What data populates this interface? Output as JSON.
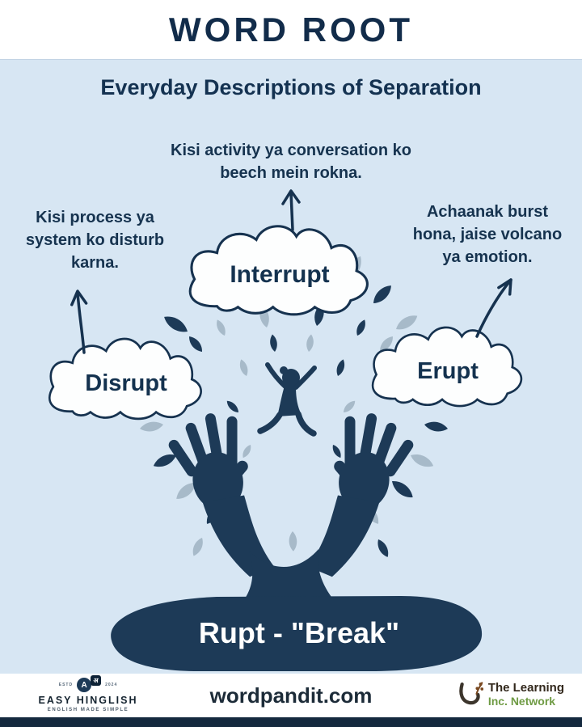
{
  "header": {
    "title": "WORD ROOT"
  },
  "subtitle": "Everyday Descriptions of Separation",
  "clouds": [
    {
      "word": "Disrupt",
      "description_lines": [
        "Kisi process ya",
        "system ko disturb",
        "karna."
      ]
    },
    {
      "word": "Interrupt",
      "description_lines": [
        "Kisi activity ya conversation ko",
        "beech mein rokna."
      ]
    },
    {
      "word": "Erupt",
      "description_lines": [
        "Achaanak burst",
        "hona, jaise volcano",
        "ya emotion."
      ]
    }
  ],
  "root_label": "Rupt - \"Break\"",
  "footer": {
    "website": "wordpandit.com",
    "easy_hinglish": {
      "estd": "ESTD",
      "year": "2024",
      "icon_latin": "A",
      "icon_devanagari": "अ",
      "name": "EASY HINGLISH",
      "tagline": "ENGLISH MADE SIMPLE"
    },
    "learning_network": {
      "line1": "The Learning",
      "line2": "Inc. Network"
    }
  },
  "colors": {
    "navy": "#1d3a57",
    "background": "#d7e6f3",
    "leaf_gray": "#a7bac9",
    "white": "#ffffff",
    "green": "#6f9b44",
    "brown": "#7a4a22"
  }
}
